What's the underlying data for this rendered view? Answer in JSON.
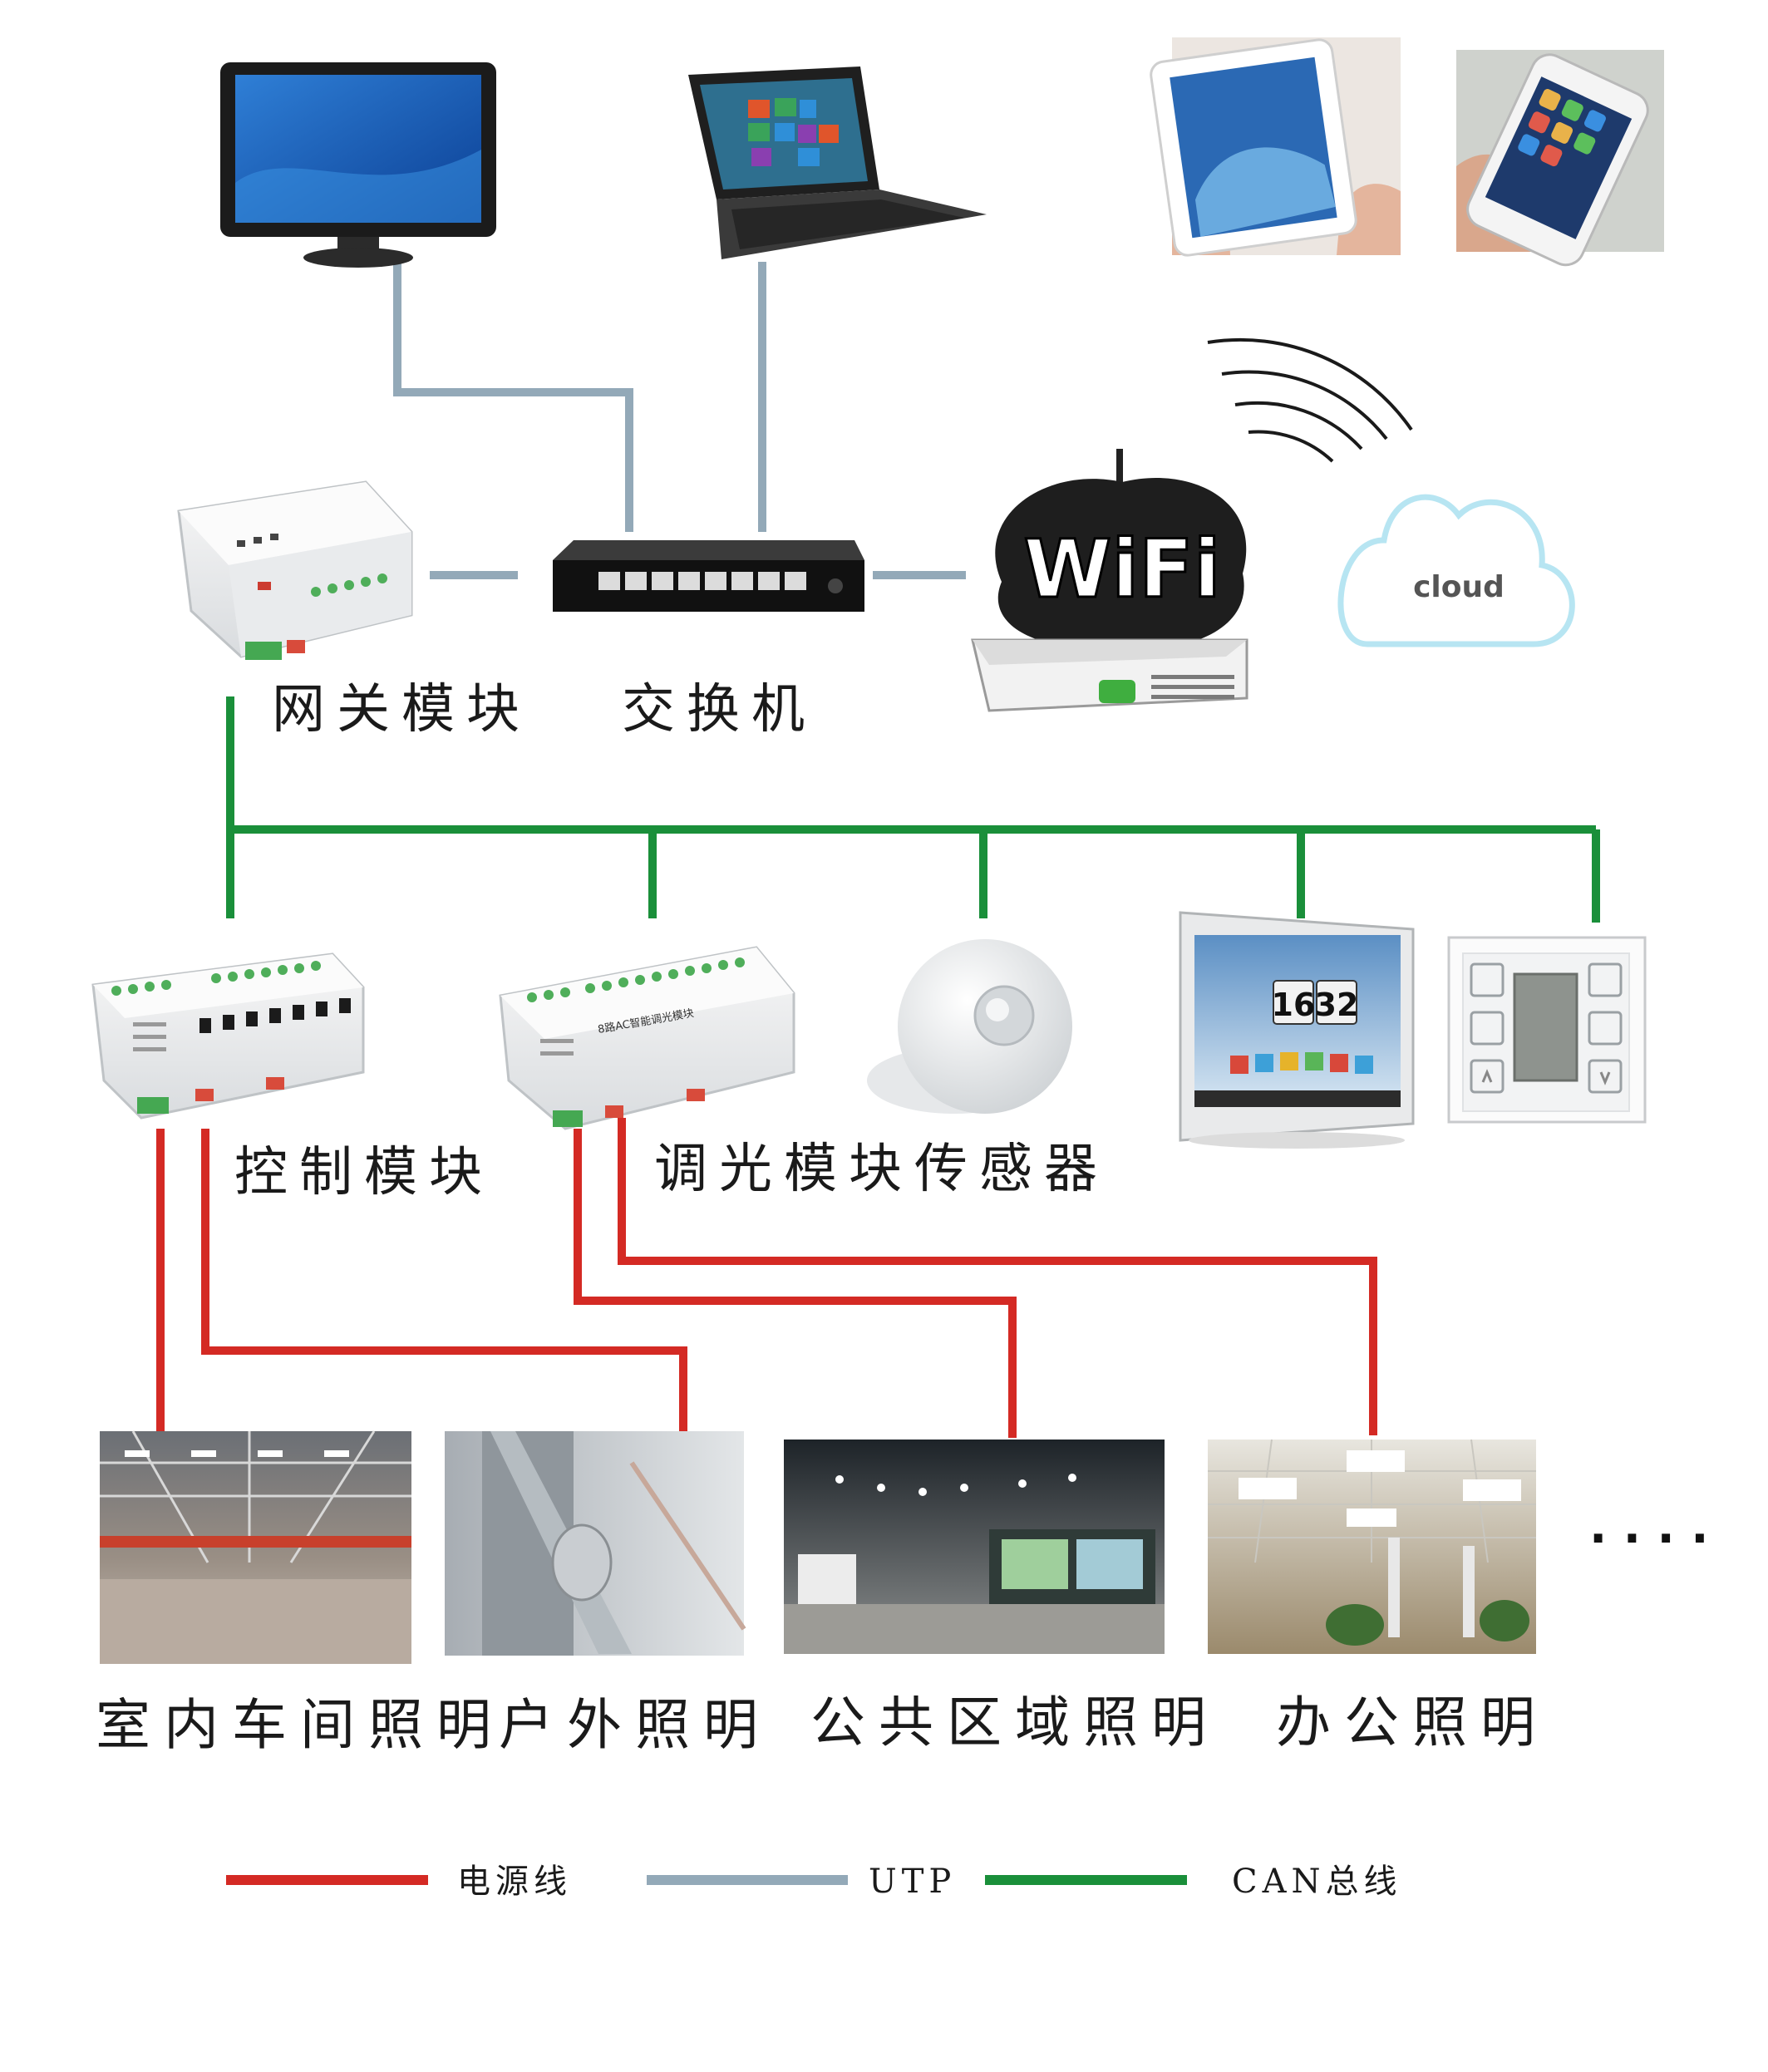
{
  "colors": {
    "power": "#d42a24",
    "utp": "#93a9b8",
    "can": "#1a8f3a"
  },
  "devices": {
    "gateway": "网关模块",
    "switch": "交换机",
    "control": "控制模块",
    "dimmer": "调光模块",
    "sensor": "传感器",
    "wifi_text": "WiFi",
    "cloud_text": "cloud",
    "dimmer_module_print": "8路AC智能调光模块",
    "clock_hour": "16",
    "clock_min": "32"
  },
  "lighting": {
    "indoor": "室内车间照明",
    "outdoor": "户外照明",
    "public": "公共区域照明",
    "office": "办公照明",
    "more": "· · · ·"
  },
  "legend": {
    "power": "电源线",
    "utp": "UTP",
    "can": "CAN总线"
  },
  "icons": [
    "monitor-icon",
    "laptop-icon",
    "tablet-icon",
    "phone-icon",
    "wifi-signal-icon",
    "cloud-icon",
    "wifi-router-icon",
    "switch-icon",
    "gateway-module-icon",
    "control-module-icon",
    "dimmer-module-icon",
    "sensor-icon",
    "touch-panel-icon",
    "wall-panel-icon"
  ]
}
